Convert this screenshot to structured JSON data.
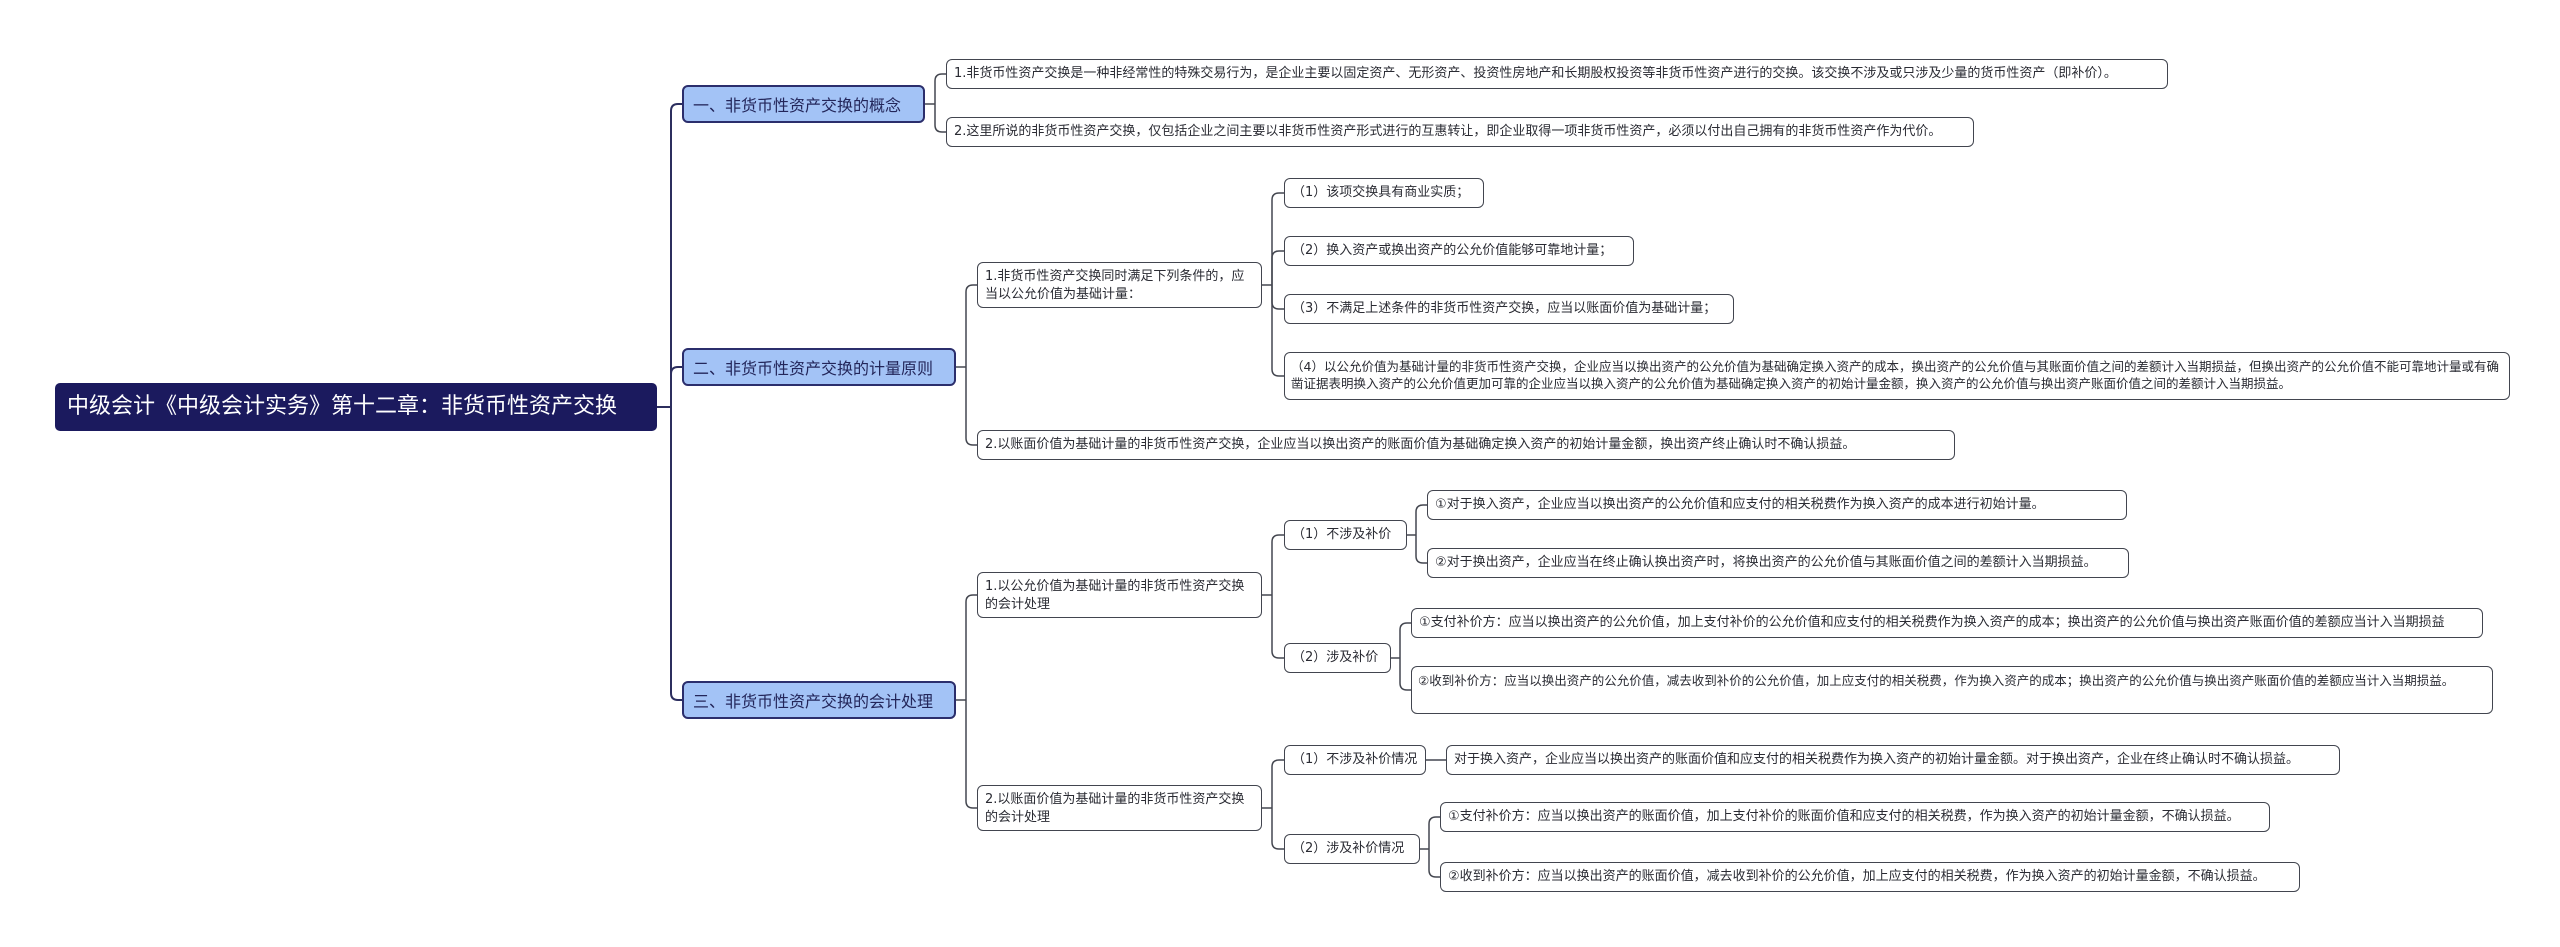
{
  "mindmap": {
    "root": "中级会计《中级会计实务》第十二章：非货币性资产交换",
    "b1": {
      "label": "一、非货币性资产交换的概念",
      "c1": "1.非货币性资产交换是一种非经常性的特殊交易行为，是企业主要以固定资产、无形资产、投资性房地产和长期股权投资等非货币性资产进行的交换。该交换不涉及或只涉及少量的货币性资产（即补价）。",
      "c2": "2.这里所说的非货币性资产交换，仅包括企业之间主要以非货币性资产形式进行的互惠转让，即企业取得一项非货币性资产，必须以付出自己拥有的非货币性资产作为代价。"
    },
    "b2": {
      "label": "二、非货币性资产交换的计量原则",
      "s1": {
        "label": "1.非货币性资产交换同时满足下列条件的，应当以公允价值为基础计量：",
        "c1": "（1）该项交换具有商业实质；",
        "c2": "（2）换入资产或换出资产的公允价值能够可靠地计量；",
        "c3": "（3）不满足上述条件的非货币性资产交换，应当以账面价值为基础计量；",
        "c4": "（4）以公允价值为基础计量的非货币性资产交换，企业应当以换出资产的公允价值为基础确定换入资产的成本，换出资产的公允价值与其账面价值之间的差额计入当期损益，但换出资产的公允价值不能可靠地计量或有确凿证据表明换入资产的公允价值更加可靠的企业应当以换入资产的公允价值为基础确定换入资产的初始计量金额，换入资产的公允价值与换出资产账面价值之间的差额计入当期损益。"
      },
      "s2": "2.以账面价值为基础计量的非货币性资产交换，企业应当以换出资产的账面价值为基础确定换入资产的初始计量金额，换出资产终止确认时不确认损益。"
    },
    "b3": {
      "label": "三、非货币性资产交换的会计处理",
      "s1": {
        "label": "1.以公允价值为基础计量的非货币性资产交换的会计处理",
        "a": {
          "label": "（1）不涉及补价",
          "c1": "①对于换入资产，企业应当以换出资产的公允价值和应支付的相关税费作为换入资产的成本进行初始计量。",
          "c2": "②对于换出资产，企业应当在终止确认换出资产时，将换出资产的公允价值与其账面价值之间的差额计入当期损益。"
        },
        "b": {
          "label": "（2）涉及补价",
          "c1": "①支付补价方：应当以换出资产的公允价值，加上支付补价的公允价值和应支付的相关税费作为换入资产的成本；换出资产的公允价值与换出资产账面价值的差额应当计入当期损益",
          "c2": "②收到补价方：应当以换出资产的公允价值，减去收到补价的公允价值，加上应支付的相关税费，作为换入资产的成本；换出资产的公允价值与换出资产账面价值的差额应当计入当期损益。"
        }
      },
      "s2": {
        "label": "2.以账面价值为基础计量的非货币性资产交换的会计处理",
        "a": {
          "label": "（1）不涉及补价情况",
          "c1": "对于换入资产，企业应当以换出资产的账面价值和应支付的相关税费作为换入资产的初始计量金额。对于换出资产，企业在终止确认时不确认损益。"
        },
        "b": {
          "label": "（2）涉及补价情况",
          "c1": "①支付补价方：应当以换出资产的账面价值，加上支付补价的账面价值和应支付的相关税费，作为换入资产的初始计量金额，不确认损益。",
          "c2": "②收到补价方：应当以换出资产的账面价值，减去收到补价的公允价值，加上应支付的相关税费，作为换入资产的初始计量金额，不确认损益。"
        }
      }
    }
  }
}
